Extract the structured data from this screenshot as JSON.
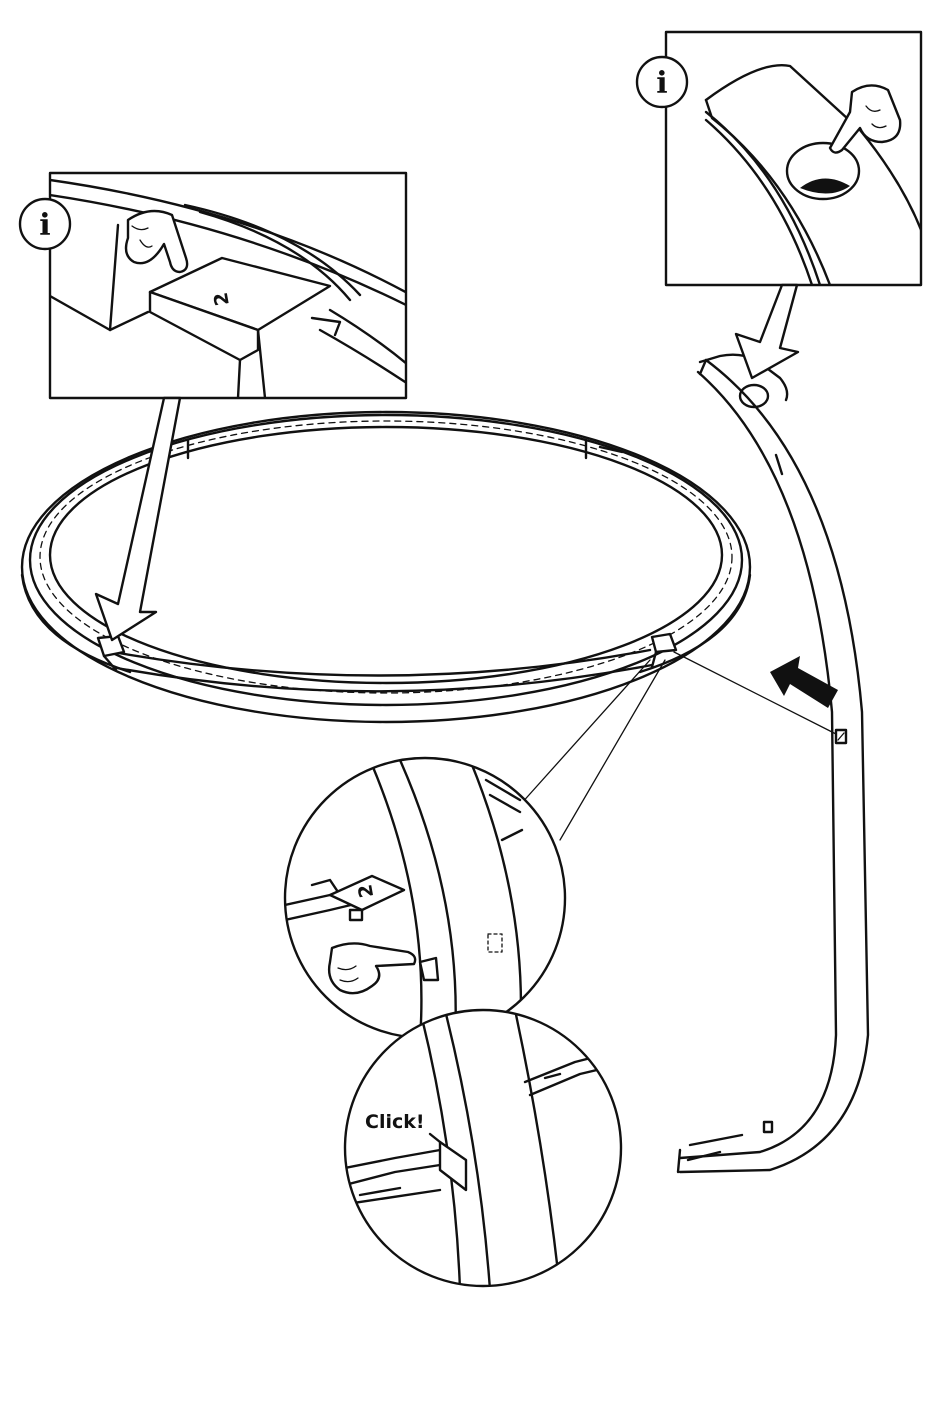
{
  "info_badge": {
    "glyph": "i"
  },
  "part_marker": {
    "glyph": "2"
  },
  "click_label": "Click!",
  "colors": {
    "ink": "#111111",
    "paper": "#ffffff"
  }
}
